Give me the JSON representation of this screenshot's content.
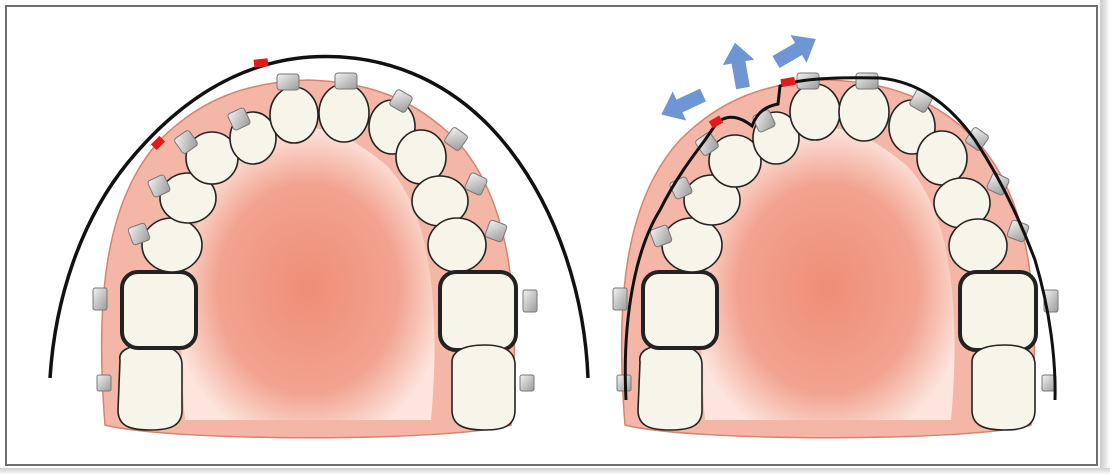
{
  "figure": {
    "panels": [
      {
        "name": "before-alignment",
        "archwire": "passive-loose"
      },
      {
        "name": "after-engagement",
        "archwire": "engaged-in-brackets"
      }
    ],
    "colors": {
      "palate": "#f09a86",
      "gum": "#f4b3a2",
      "tooth": "#f7f4ea",
      "bracket": "#c9c9c9",
      "archwire": "#111111",
      "stop": "#e01b1b",
      "arrow": "#6e95d4"
    },
    "arrows": {
      "count": 3,
      "icon": "force-arrow-icon"
    }
  }
}
